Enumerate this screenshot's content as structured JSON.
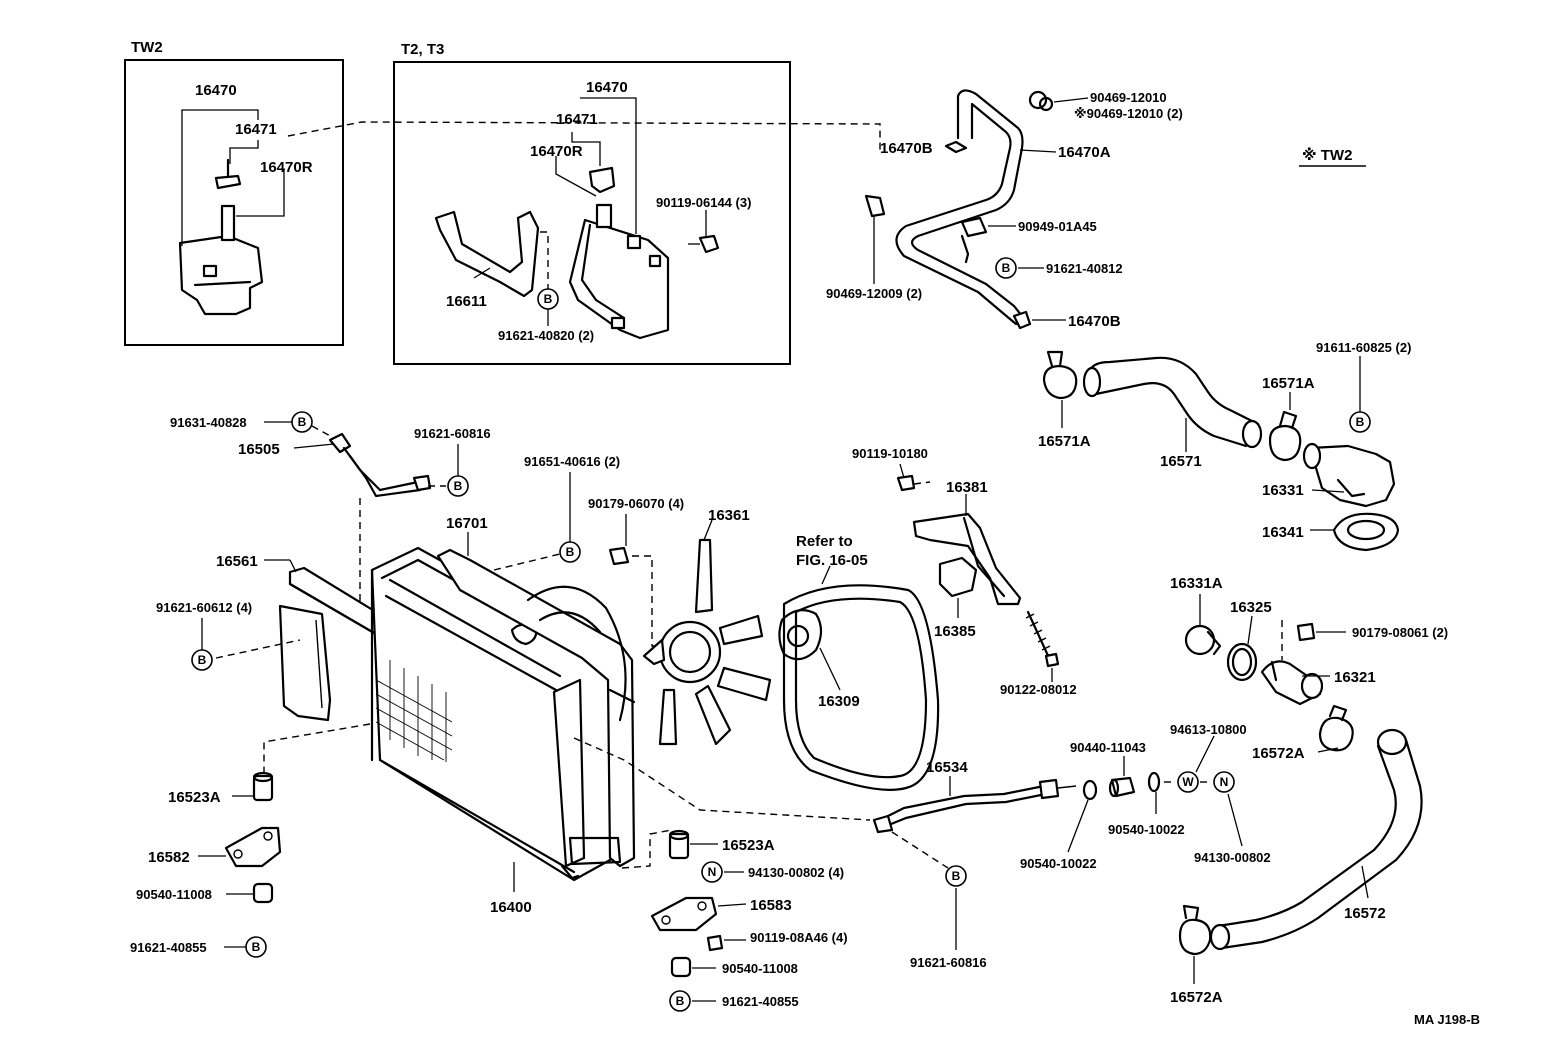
{
  "groups": {
    "tw2": "TW2",
    "t2t3": "T2, T3",
    "note_tw2": "※ TW2"
  },
  "labels": {
    "l16470_a": "16470",
    "l16471_a": "16471",
    "l16470R_a": "16470R",
    "l16470_b": "16470",
    "l16471_b": "16471",
    "l16470R_b": "16470R",
    "l90119_06144": "90119-06144 (3)",
    "l16611": "16611",
    "l91621_40820": "91621-40820 (2)",
    "l16470B_a": "16470B",
    "l16470A": "16470A",
    "l90469_12010": "90469-12010",
    "l90469_12010_2": "※90469-12010 (2)",
    "l90949_01A45": "90949-01A45",
    "l91621_40812": "91621-40812",
    "l90469_12009": "90469-12009 (2)",
    "l16470B_b": "16470B",
    "l91611_60825": "91611-60825 (2)",
    "l16571A_a": "16571A",
    "l16571A_b": "16571A",
    "l16571": "16571",
    "l16331": "16331",
    "l16341": "16341",
    "l91631_40828": "91631-40828",
    "l16505": "16505",
    "l91621_60816_a": "91621-60816",
    "l91651_40616": "91651-40616 (2)",
    "l90179_06070": "90179-06070 (4)",
    "l16361": "16361",
    "l16701": "16701",
    "l16561": "16561",
    "l91621_60612": "91621-60612 (4)",
    "l90119_10180": "90119-10180",
    "l16381": "16381",
    "l16385": "16385",
    "l_refer": "Refer  to",
    "l_fig": "FIG. 16-05",
    "l16309": "16309",
    "l90122_08012": "90122-08012",
    "l16331A": "16331A",
    "l16325": "16325",
    "l90179_08061": "90179-08061 (2)",
    "l16321": "16321",
    "l16572A_a": "16572A",
    "l94613_10800": "94613-10800",
    "l90440_11043": "90440-11043",
    "l16534": "16534",
    "l90540_10022_a": "90540-10022",
    "l90540_10022_b": "90540-10022",
    "l94130_00802_a": "94130-00802",
    "l16572": "16572",
    "l16572A_b": "16572A",
    "l16523A_a": "16523A",
    "l16582": "16582",
    "l90540_11008_a": "90540-11008",
    "l91621_40855_a": "91621-40855",
    "l16400": "16400",
    "l16523A_b": "16523A",
    "l94130_00802_b": "94130-00802 (4)",
    "l16583": "16583",
    "l90119_08A46": "90119-08A46 (4)",
    "l90540_11008_b": "90540-11008",
    "l91621_40855_b": "91621-40855",
    "l91621_60816_b": "91621-60816",
    "l_code": "MA  J198-B"
  },
  "markers": {
    "b": "B",
    "n": "N",
    "w": "W"
  }
}
